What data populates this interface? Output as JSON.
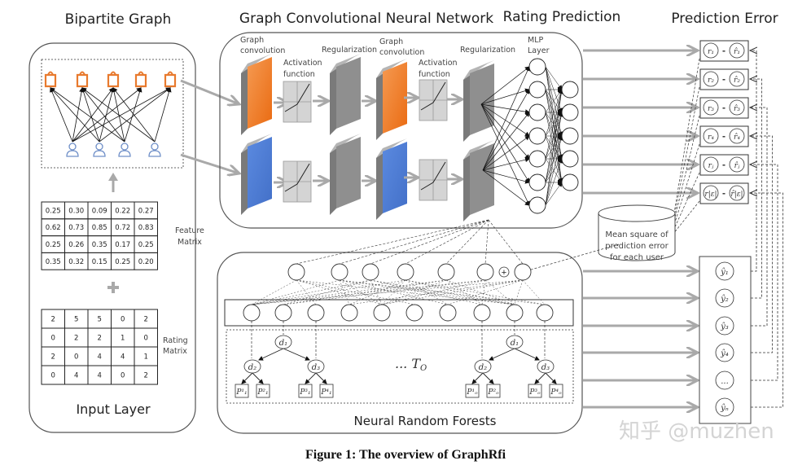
{
  "sections": {
    "bipartite_graph": "Bipartite Graph",
    "gcn": "Graph Convolutional Neural Network",
    "rating_prediction": "Rating Prediction",
    "prediction_error": "Prediction Error",
    "input_layer": "Input Layer",
    "neural_random_forests": "Neural Random Forests"
  },
  "gcn_labels": {
    "graph_convolution_1": [
      "Graph",
      "convolution"
    ],
    "activation_1": [
      "Activation",
      "function"
    ],
    "regularization_1": "Regularization",
    "graph_convolution_2": [
      "Graph",
      "convolution"
    ],
    "activation_2": [
      "Activation",
      "function"
    ],
    "regularization_2": "Regularization",
    "mlp_layer": [
      "MLP",
      "Layer"
    ]
  },
  "colors": {
    "item": "#e87a2e",
    "user": "#6f8fc8",
    "orange_layer": "#f07a25",
    "blue_layer": "#4f7fd6",
    "gray_layer": "#8a8a8a",
    "arrow_gray": "#a9a9a9"
  },
  "bipartite": {
    "item_count": 5,
    "user_count": 4,
    "item_icon": "shopping-bag-icon",
    "user_icon": "user-icon"
  },
  "feature_matrix": {
    "label": [
      "Feature",
      "Matrix"
    ],
    "rows": [
      [
        "0.25",
        "0.30",
        "0.09",
        "0.22",
        "0.27"
      ],
      [
        "0.62",
        "0.73",
        "0.85",
        "0.72",
        "0.83"
      ],
      [
        "0.25",
        "0.26",
        "0.35",
        "0.17",
        "0.25"
      ],
      [
        "0.35",
        "0.32",
        "0.15",
        "0.25",
        "0.20"
      ]
    ]
  },
  "plus_sign": "+",
  "rating_matrix": {
    "label": [
      "Rating",
      "Matrix"
    ],
    "rows": [
      [
        "2",
        "5",
        "5",
        "0",
        "2"
      ],
      [
        "0",
        "2",
        "2",
        "1",
        "0"
      ],
      [
        "2",
        "0",
        "4",
        "4",
        "1"
      ],
      [
        "0",
        "4",
        "4",
        "0",
        "2"
      ]
    ]
  },
  "prediction_error_rows": [
    {
      "r": "r₁",
      "rhat": "r̂₁"
    },
    {
      "r": "r₂",
      "rhat": "r̂₂"
    },
    {
      "r": "r₃",
      "rhat": "r̂₃"
    },
    {
      "r": "r₄",
      "rhat": "r̂₄"
    },
    {
      "r": "rⱼ",
      "rhat": "r̂ⱼ"
    },
    {
      "r": "r|ε|",
      "rhat": "r̂|ε|"
    }
  ],
  "minus_sign": "-",
  "database": [
    "Mean square of",
    "prediction error",
    "for each user"
  ],
  "output_nodes": [
    "ŷ₁",
    "ŷ₂",
    "ŷ₃",
    "ŷ₄",
    "...",
    "ŷₙ"
  ],
  "forest": {
    "tree_label": "... T",
    "tree_label_sub": "O",
    "tree1": {
      "root": "d₁",
      "left": "d₂",
      "right": "d₃",
      "leaves": [
        "P¹₁",
        "P²₁",
        "P³₁",
        "P⁴₁"
      ]
    },
    "treeO": {
      "root": "d₁",
      "left": "d₂",
      "right": "d₃",
      "leaves": [
        "P¹ₒ",
        "P²ₒ",
        "P³ₒ",
        "P⁴ₒ"
      ]
    },
    "concat_symbol": "⊕"
  },
  "caption": "Figure 1: The overview of GraphRfi",
  "watermark": "知乎 @muzhen"
}
